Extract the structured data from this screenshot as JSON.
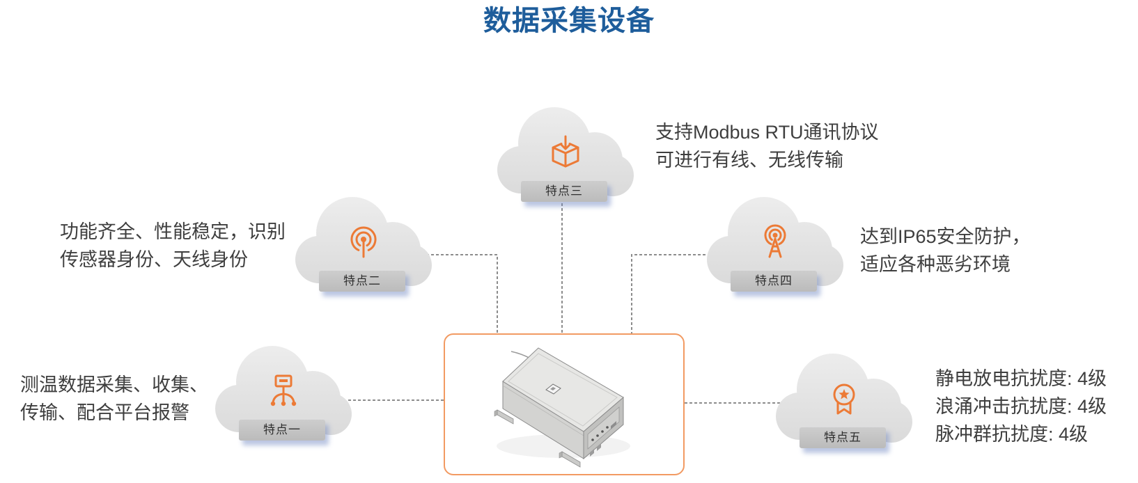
{
  "title": "数据采集设备",
  "colors": {
    "title": "#1e5d9b",
    "accent": "#ec7a36",
    "frame": "#f29a62",
    "text": "#3e3e3e"
  },
  "device_image": "data-collector-cabinet",
  "features": [
    {
      "label": "特点一",
      "icon": "network-node-icon",
      "lines": [
        "测温数据采集、收集、",
        "传输、配合平台报警"
      ]
    },
    {
      "label": "特点二",
      "icon": "signal-broadcast-icon",
      "lines": [
        "功能齐全、性能稳定，识别",
        "传感器身份、天线身份"
      ]
    },
    {
      "label": "特点三",
      "icon": "box-download-icon",
      "lines": [
        "支持Modbus RTU通讯协议",
        "可进行有线、无线传输"
      ]
    },
    {
      "label": "特点四",
      "icon": "antenna-tower-icon",
      "lines": [
        "达到IP65安全防护，",
        "适应各种恶劣环境"
      ]
    },
    {
      "label": "特点五",
      "icon": "award-medal-icon",
      "lines": [
        "静电放电抗扰度: 4级",
        "浪涌冲击抗扰度: 4级",
        "脉冲群抗扰度: 4级"
      ]
    }
  ]
}
